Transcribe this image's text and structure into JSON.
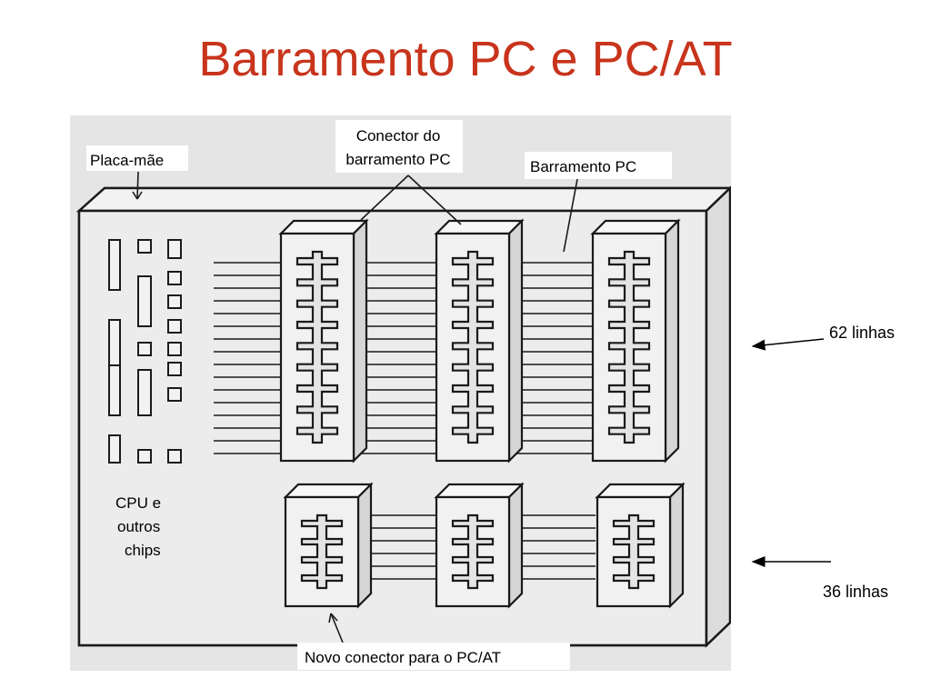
{
  "slide": {
    "title": "Barramento PC e PC/AT"
  },
  "figure": {
    "labels": {
      "motherboard": "Placa-mãe",
      "connector_line1": "Conector do",
      "connector_line2": "barramento PC",
      "bus": "Barramento PC",
      "cpu_line1": "CPU e",
      "cpu_line2": "outros",
      "cpu_line3": "chips",
      "new_connector": "Novo conector para o PC/AT"
    }
  },
  "annotations": {
    "lines_62": "62 linhas",
    "lines_36": "36 linhas"
  },
  "colors": {
    "title": "#c8341c",
    "figure_background": "#e5e5e5",
    "line": "#1a1a1a"
  }
}
